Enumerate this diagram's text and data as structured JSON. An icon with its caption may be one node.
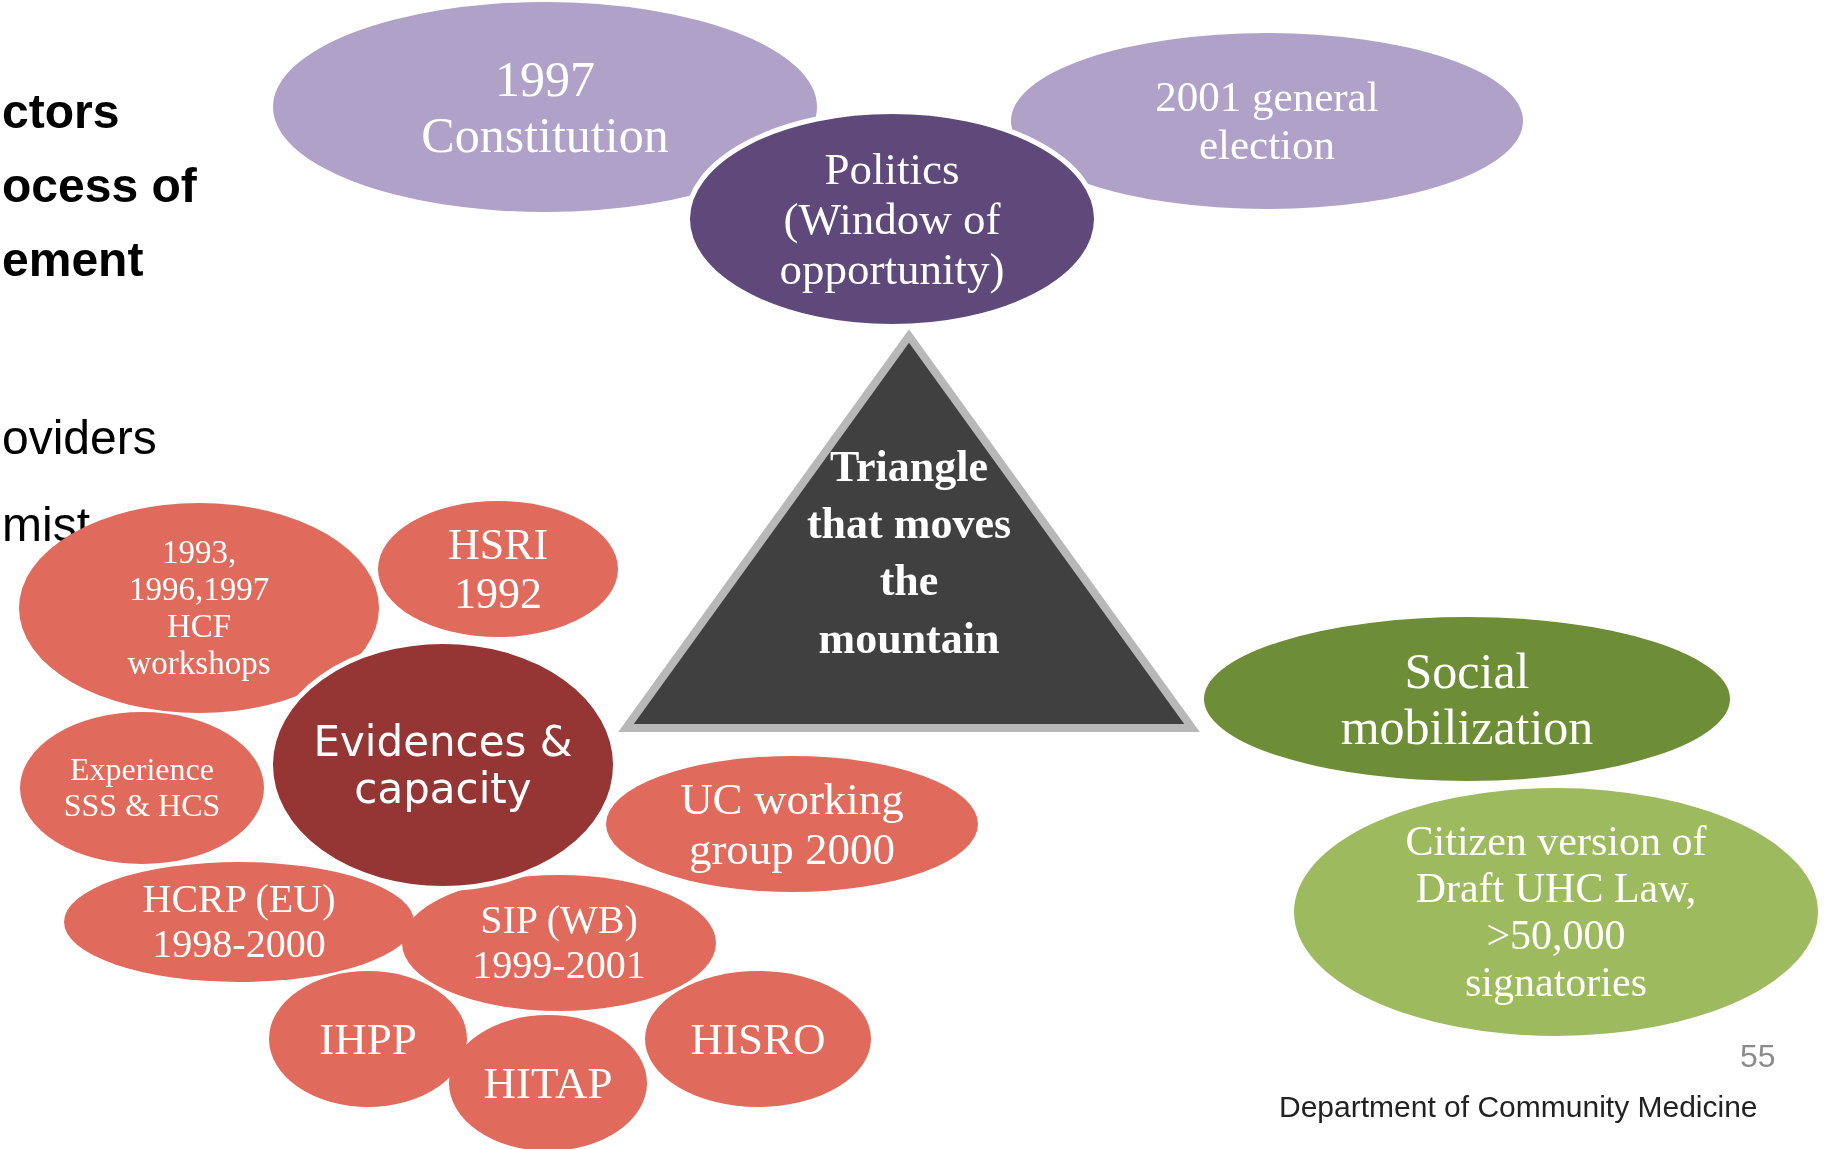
{
  "diagram": {
    "nodes": [
      {
        "text": [
          "1997 Constitution"
        ]
      },
      {
        "text": [
          "Politics (Window of opportunity)"
        ]
      },
      {
        "text": [
          "2001 general election"
        ]
      },
      {
        "text": [
          "Triangle that moves the mountain"
        ]
      },
      {
        "text": [
          "1993, 1996,1997 HCF workshops"
        ]
      },
      {
        "text": [
          "HSRI 1992"
        ]
      },
      {
        "text": [
          "Evidences & capacity"
        ]
      },
      {
        "text": [
          "Social mobilization"
        ]
      },
      {
        "text": [
          "Experience SSS & HCS"
        ]
      },
      {
        "text": [
          "UC working group 2000"
        ]
      },
      {
        "text": [
          "Citizen version of Draft UHC Law, >50,000 signatories"
        ]
      },
      {
        "text": [
          "HCRP (EU) 1998-2000"
        ]
      },
      {
        "text": [
          "SIP (WB) 1999-2001"
        ]
      },
      {
        "text": [
          "IHPP"
        ]
      },
      {
        "text": [
          "HITAP"
        ]
      },
      {
        "text": [
          "HISRO"
        ]
      }
    ],
    "labels": [
      "ctors",
      "ocess of",
      "ement",
      "oviders",
      "mist",
      "55",
      "Department of Community Medicine"
    ]
  }
}
